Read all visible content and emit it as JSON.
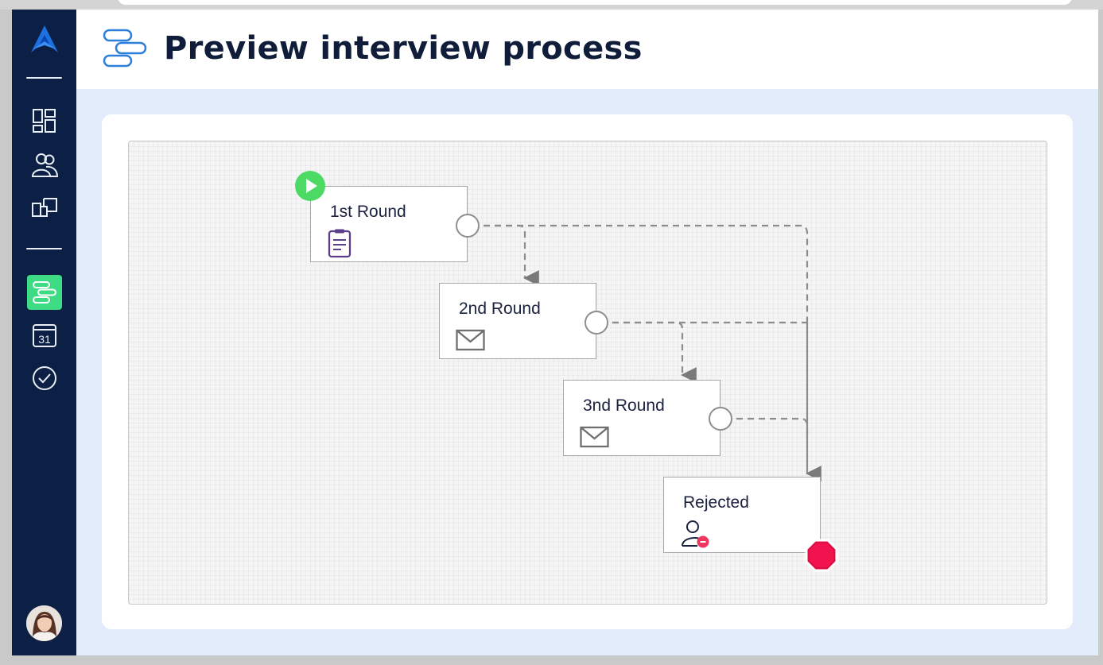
{
  "page": {
    "title": "Preview interview process"
  },
  "sidebar": {
    "items": [
      {
        "name": "dashboard",
        "icon": "dashboard-grid-icon"
      },
      {
        "name": "candidates",
        "icon": "users-icon"
      },
      {
        "name": "jobs",
        "icon": "folders-icon"
      },
      {
        "name": "interview-process",
        "icon": "process-flow-icon",
        "active": true
      },
      {
        "name": "calendar",
        "icon": "calendar-icon",
        "day": "31"
      },
      {
        "name": "tasks",
        "icon": "check-circle-icon"
      }
    ]
  },
  "flow": {
    "nodes": [
      {
        "id": "round1",
        "label": "1st Round",
        "icon": "clipboard-icon",
        "start": true
      },
      {
        "id": "round2",
        "label": "2nd Round",
        "icon": "envelope-icon"
      },
      {
        "id": "round3",
        "label": "3nd Round",
        "icon": "envelope-icon"
      },
      {
        "id": "rejected",
        "label": "Rejected",
        "icon": "user-remove-icon",
        "end": true
      }
    ]
  },
  "colors": {
    "sidebar": "#0c1f45",
    "accent_green": "#3ddc84",
    "start_green": "#4cd964",
    "stop_red": "#f0134d",
    "main_bg": "#e2ecfb",
    "title": "#0f1d3a"
  }
}
